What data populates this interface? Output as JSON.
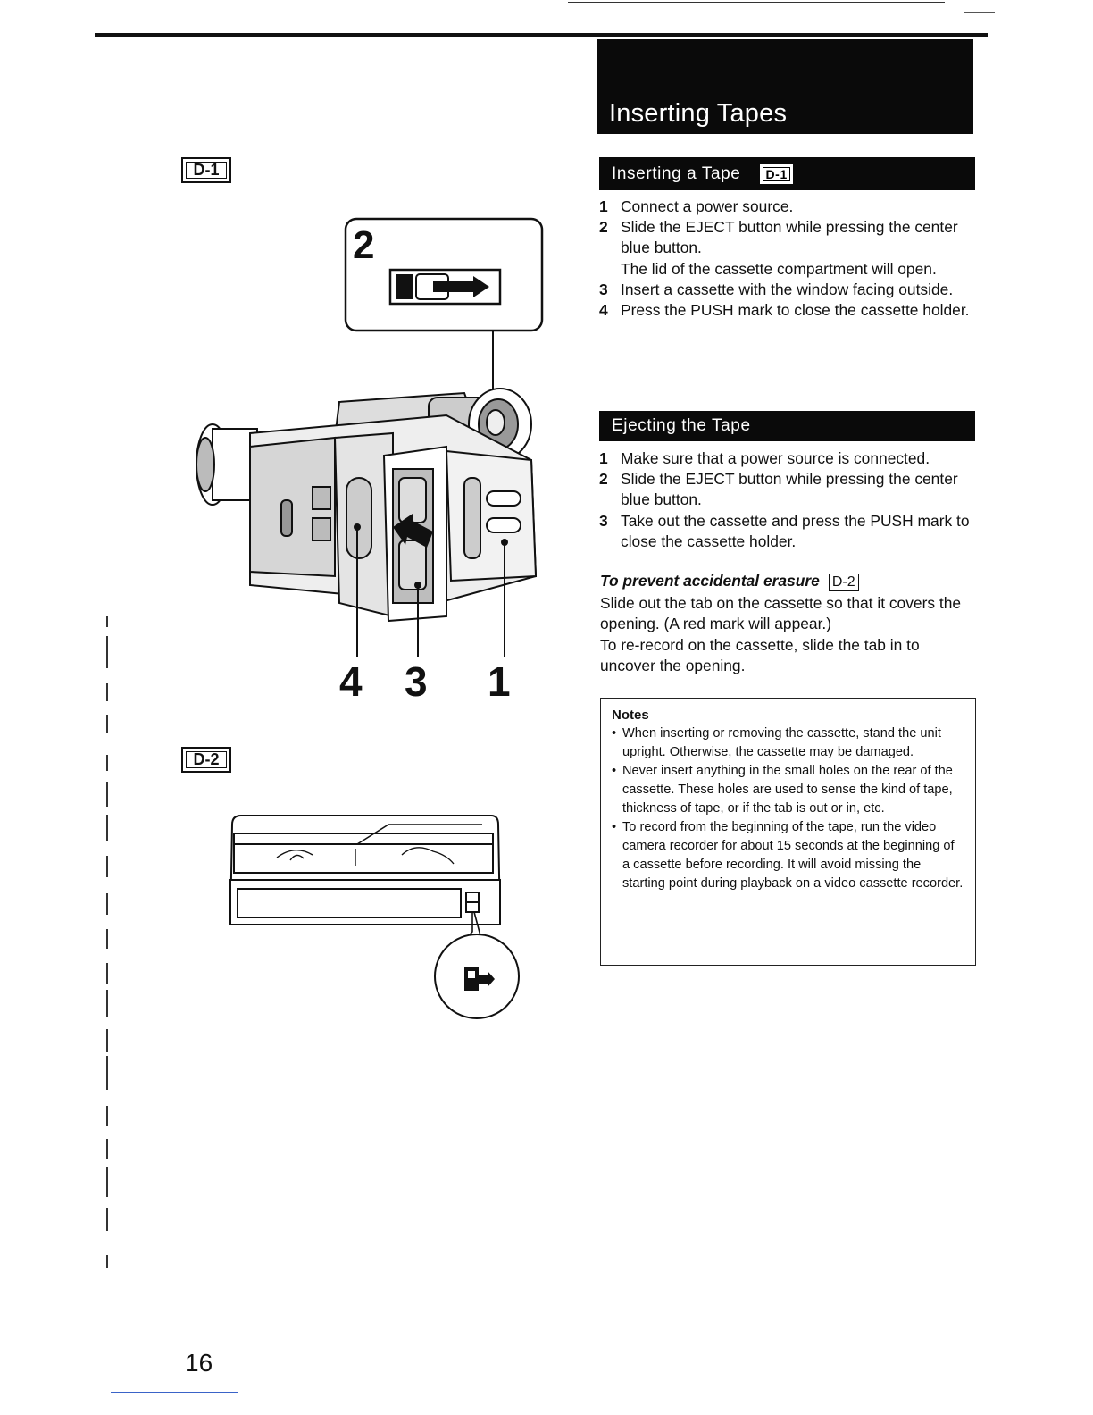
{
  "header": {
    "title": "Inserting Tapes"
  },
  "sections": {
    "inserting": {
      "heading": "Inserting a Tape",
      "figure_ref": "D-1",
      "steps": [
        {
          "num": "1",
          "text": "Connect a power source."
        },
        {
          "num": "2",
          "text": "Slide the EJECT button while pressing the center blue button."
        },
        {
          "num": "",
          "text": "The lid of the cassette compartment will open."
        },
        {
          "num": "3",
          "text": "Insert a cassette with the window facing outside."
        },
        {
          "num": "4",
          "text": "Press the PUSH mark to close the cassette holder."
        }
      ]
    },
    "ejecting": {
      "heading": "Ejecting the Tape",
      "steps": [
        {
          "num": "1",
          "text": "Make sure that a power source is connected."
        },
        {
          "num": "2",
          "text": "Slide the EJECT button while pressing the center blue button."
        },
        {
          "num": "3",
          "text": "Take out the cassette and press the PUSH mark to close the cassette holder."
        }
      ]
    },
    "erasure": {
      "heading": "To prevent accidental erasure",
      "figure_ref": "D-2",
      "para1": "Slide out the tab on the cassette so that it covers the opening. (A red mark will appear.)",
      "para2": "To re-record on the cassette, slide the tab in to uncover the opening."
    },
    "notes": {
      "heading": "Notes",
      "items": [
        "When inserting or removing the cassette, stand the unit upright. Otherwise, the cassette may be damaged.",
        "Never insert anything in the small holes on the rear of the cassette. These holes are used to sense the kind of tape, thickness of tape, or if the tab is out or in, etc.",
        "To record from the beginning of the tape, run the video camera recorder for about 15 seconds at the beginning of a cassette before recording. It will avoid missing the starting point during playback on a video cassette recorder."
      ]
    }
  },
  "figures": {
    "d1": {
      "label": "D-1",
      "callout_2": "2",
      "callout_4": "4",
      "callout_3": "3",
      "callout_1": "1"
    },
    "d2": {
      "label": "D-2"
    }
  },
  "footer": {
    "page_number": "16"
  }
}
